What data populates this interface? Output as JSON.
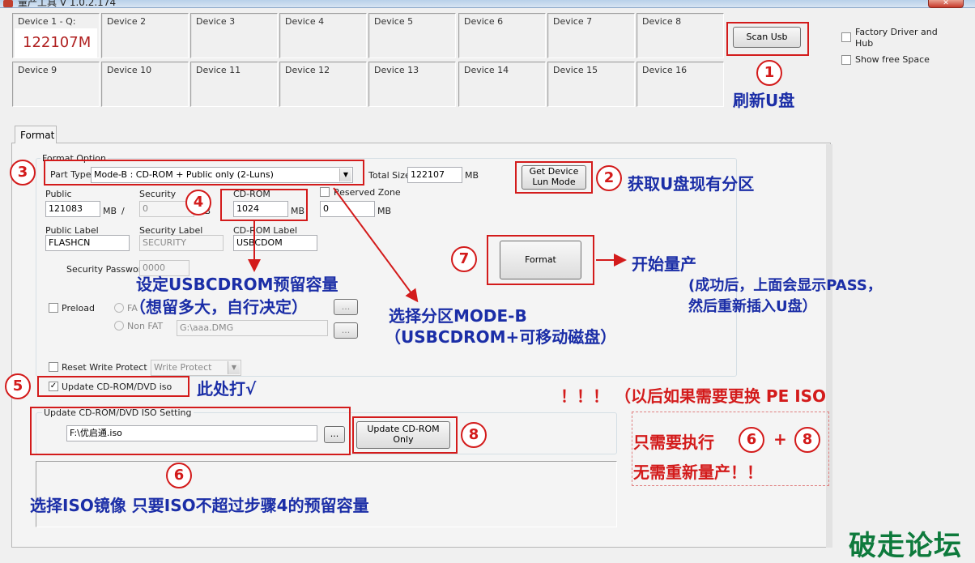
{
  "window": {
    "title": "量产工具 V 1.0.2.174",
    "close_label": "✕"
  },
  "devices": [
    {
      "label": "Device 1 - Q:",
      "capacity": "122107M"
    },
    {
      "label": "Device 2"
    },
    {
      "label": "Device 3"
    },
    {
      "label": "Device 4"
    },
    {
      "label": "Device 5"
    },
    {
      "label": "Device 6"
    },
    {
      "label": "Device 7"
    },
    {
      "label": "Device 8"
    },
    {
      "label": "Device 9"
    },
    {
      "label": "Device 10"
    },
    {
      "label": "Device 11"
    },
    {
      "label": "Device 12"
    },
    {
      "label": "Device 13"
    },
    {
      "label": "Device 14"
    },
    {
      "label": "Device 15"
    },
    {
      "label": "Device 16"
    }
  ],
  "scan_usb_label": "Scan Usb",
  "options": {
    "factory_driver": "Factory Driver and Hub",
    "show_free_space": "Show free Space"
  },
  "tab_format": "Format",
  "format_option": {
    "legend": "Format Option",
    "part_type_label": "Part Type",
    "part_type_value": "Mode-B : CD-ROM + Public only   (2-Luns)",
    "total_size_label": "Total Size",
    "total_size_value": "122107",
    "mb": "MB",
    "slash": "/",
    "get_device_label": "Get Device Lun Mode",
    "public_label": "Public",
    "public_value": "121083",
    "security_label": "Security",
    "security_value": "0",
    "cdrom_label": "CD-ROM",
    "cdrom_value": "1024",
    "reserved_zone_label": "Reserved Zone",
    "reserved_zone_value": "0",
    "public_label_label": "Public Label",
    "public_label_value": "FLASHCN",
    "security_label_label": "Security Label",
    "security_label_value": "SECURITY",
    "cdrom_label_label": "CD-ROM Label",
    "cdrom_label_value": "USBCDOM",
    "security_password_label": "Security Password",
    "security_password_value": "0000",
    "format_button": "Format",
    "preload_label": "Preload",
    "fat_label": "FA",
    "non_fat_label": "Non FAT",
    "non_fat_path": "G:\\aaa.DMG",
    "browse": "...",
    "reset_write_protect_label": "Reset Write Protect",
    "write_protect_value": "Write Protect",
    "update_cdrom_label": "Update CD-ROM/DVD iso"
  },
  "iso_setting": {
    "legend": "Update CD-ROM/DVD ISO Setting",
    "path": "F:\\优启通.iso",
    "browse": "...",
    "update_only_label": "Update CD-ROM Only"
  },
  "annotations": {
    "n1": "1",
    "n2": "2",
    "n3": "3",
    "n4": "4",
    "n5": "5",
    "n6": "6",
    "n7": "7",
    "n8": "8",
    "refresh_u": "刷新U盘",
    "get_partition": "获取U盘现有分区",
    "set_reserved_1": "设定USBCDROM预留容量",
    "set_reserved_2": "（想留多大，自行决定）",
    "select_mode_1": "选择分区MODE-B",
    "select_mode_2": "（USBCDROM+可移动磁盘）",
    "start_1": "开始量产",
    "start_2": "(成功后，上面会显示PASS，",
    "start_3": "然后重新插入U盘）",
    "check_here": "此处打√",
    "later_note": "！！！  （以后如果需要更换 PE ISO",
    "only_exec": "只需要执行",
    "plus": "+",
    "no_reformat": "无需重新量产！！",
    "select_iso": "选择ISO镜像 只要ISO不超过步骤4的预留容量"
  },
  "watermark": "破走论坛",
  "colors": {
    "annotation_red": "#d31b1b",
    "annotation_blue": "#1b2ea7",
    "capacity_red": "#b02020"
  }
}
